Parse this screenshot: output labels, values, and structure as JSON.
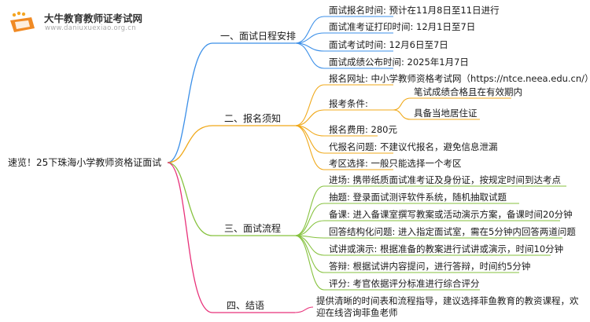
{
  "brand": {
    "name": "大牛教育教师证考试网",
    "url": "www.daniuxuexiao.org.cn"
  },
  "root": "速览！25下珠海小学教师资格证面试",
  "sections": [
    {
      "title": "一、面试日程安排",
      "color": "#3b8fe8",
      "items": [
        "面试报名时间: 预计在11月8日至11日进行",
        "面试准考证打印时间: 12月1日至7日",
        "面试考试时间: 12月6日至7日",
        "面试成绩公布时间: 2025年1月7日"
      ]
    },
    {
      "title": "二、报名须知",
      "color": "#f0a818",
      "items": [
        "报名网址: 中小学教师资格考试网（https://ntce.neea.edu.cn/）",
        "报考条件:",
        "报名费用: 280元",
        "代报名问题: 不建议代报名，避免信息泄漏",
        "考区选择: 一般只能选择一个考区"
      ],
      "conditions": [
        "笔试成绩合格且在有效期内",
        "具备当地居住证"
      ]
    },
    {
      "title": "三、面试流程",
      "color": "#86c23e",
      "items": [
        "进场: 携带纸质面试准考证及身份证，按规定时间到达考点",
        "抽题: 登录面试测评软件系统，随机抽取试题",
        "备课: 进入备课室撰写教案或活动演示方案，备课时间20分钟",
        "回答结构化问题: 进入指定面试室，需在5分钟内回答两道问题",
        "试讲或演示: 根据准备的教案进行试讲或演示，时间10分钟",
        "答辩: 根据试讲内容提问，进行答辩，时间约5分钟",
        "评分: 考官依据评分标准进行综合评分"
      ]
    },
    {
      "title": "四、结语",
      "color": "#e8327a",
      "items": [
        "提供清晰的时间表和流程指导，建议选择菲鱼教育的教资课程，欢迎在线咨询菲鱼老师"
      ]
    }
  ]
}
